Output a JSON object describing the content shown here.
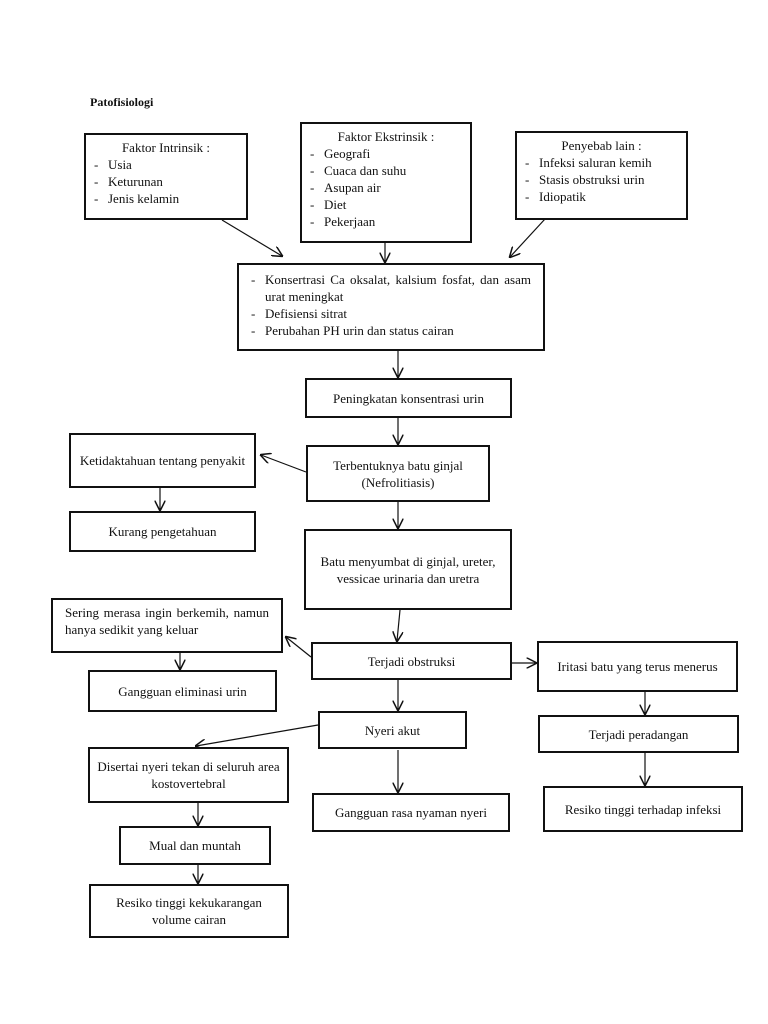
{
  "title": "Patofisiologi",
  "nodes": {
    "intrinsik": {
      "head": "Faktor Intrinsik :",
      "items": [
        "Usia",
        "Keturunan",
        "Jenis kelamin"
      ]
    },
    "ekstrinsik": {
      "head": "Faktor Ekstrinsik :",
      "items": [
        "Geografi",
        "Cuaca dan suhu",
        "Asupan air",
        "Diet",
        "Pekerjaan"
      ]
    },
    "penyebab": {
      "head": "Penyebab lain :",
      "items": [
        "Infeksi saluran kemih",
        "Stasis obstruksi urin",
        "Idiopatik"
      ]
    },
    "konsentrasi": {
      "items": [
        "Konsertrasi Ca oksalat, kalsium fosfat, dan asam urat meningkat",
        "Defisiensi sitrat",
        "Perubahan PH urin dan status cairan"
      ]
    },
    "peningkatan": "Peningkatan konsentrasi urin",
    "terbentuk": "Terbentuknya batu ginjal (Nefrolitiasis)",
    "ketidaktahuan": "Ketidaktahuan tentang penyakit",
    "kurang": "Kurang pengetahuan",
    "menyumbat": "Batu menyumbat di ginjal, ureter, vessicae urinaria dan uretra",
    "sering": "Sering merasa ingin berkemih, namun hanya sedikit yang keluar",
    "obstruksi": "Terjadi obstruksi",
    "eliminasi": "Gangguan eliminasi urin",
    "iritasi": "Iritasi batu yang terus menerus",
    "peradangan": "Terjadi peradangan",
    "infeksi": "Resiko tinggi terhadap infeksi",
    "nyeri": "Nyeri akut",
    "disertai": "Disertai nyeri tekan di seluruh area kostovertebral",
    "nyaman": "Gangguan rasa nyaman nyeri",
    "mual": "Mual dan muntah",
    "cairan": "Resiko tinggi kekukarangan volume cairan"
  }
}
